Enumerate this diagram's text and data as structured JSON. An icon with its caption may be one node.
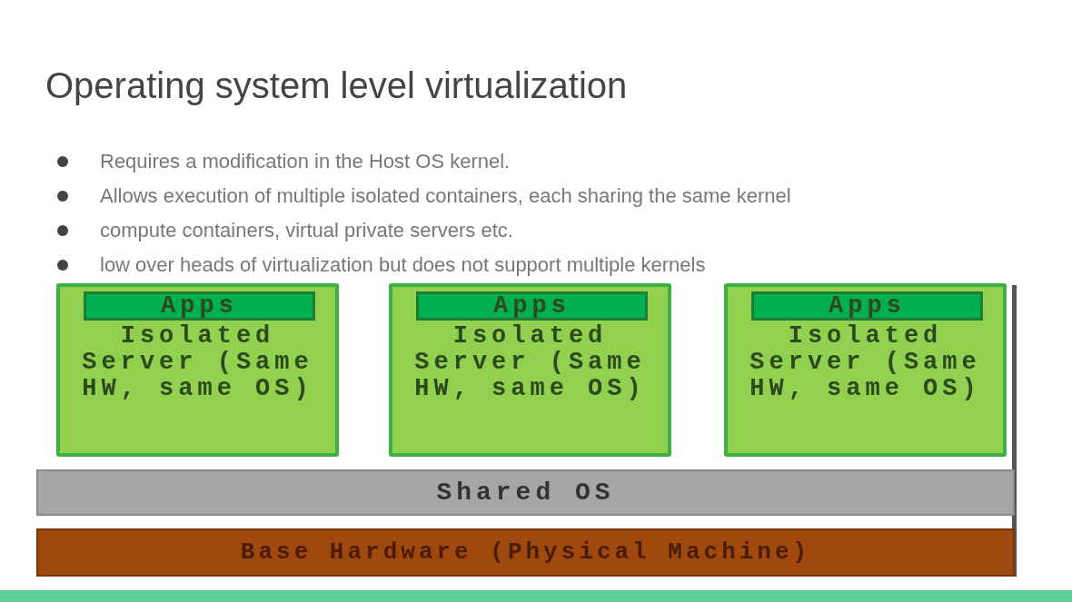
{
  "diagram": {
    "title": "Operating system level virtualization",
    "nodes": [
      {
        "text": [
          "Isolated Server (Same HW, same OS)"
        ]
      },
      {
        "text": [
          "Apps"
        ],
        "in": 0
      },
      {
        "text": [
          "Isolated Server (Same HW, same OS)"
        ]
      },
      {
        "text": [
          "Apps"
        ],
        "in": 2
      },
      {
        "text": [
          "Isolated Server (Same HW, same OS)"
        ]
      },
      {
        "text": [
          "Apps"
        ],
        "in": 4
      },
      {
        "text": [
          "Shared OS"
        ]
      },
      {
        "text": [
          "Base Hardware (Physical Machine)"
        ]
      }
    ],
    "edges": [],
    "labels": [
      "Requires a modification in the Host OS kernel.",
      "Allows execution of multiple isolated containers, each sharing the same kernel",
      "compute containers, virtual private servers etc.",
      "low over heads of virtualization but does not support multiple kernels"
    ]
  }
}
